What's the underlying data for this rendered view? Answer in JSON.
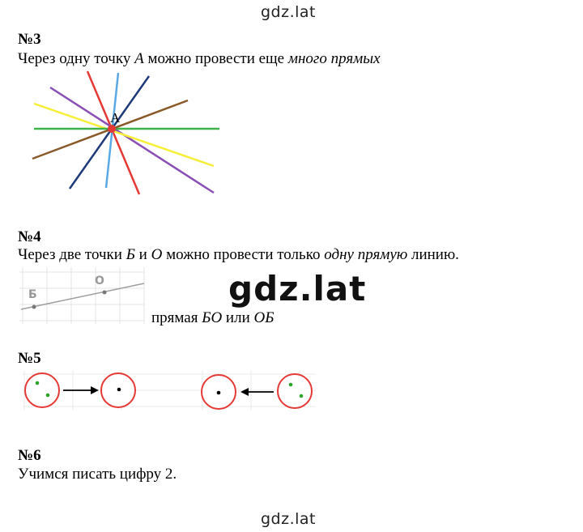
{
  "watermark": {
    "top": "gdz.lat",
    "center": "gdz.lat",
    "bottom": "gdz.lat"
  },
  "task3": {
    "number": "№3",
    "text_before": "Через одну точку ",
    "point": "А",
    "text_middle": " можно провести еще ",
    "emphasis": "много прямых",
    "figure_label": "А"
  },
  "task4": {
    "number": "№4",
    "text_before": "Через две точки ",
    "point1": "Б",
    "text_and": " и ",
    "point2": "О",
    "text_middle": " можно провести только ",
    "emphasis": "одну прямую",
    "text_after": " линию.",
    "figure_label_b": "Б",
    "figure_label_o": "О",
    "caption_before": "прямая ",
    "caption_name1": "БО",
    "caption_or": " или ",
    "caption_name2": "ОБ"
  },
  "task5": {
    "number": "№5"
  },
  "task6": {
    "number": "№6",
    "text": "Учимся писать цифру 2."
  },
  "colors": {
    "red": "#e53935",
    "blue": "#5aa9e6",
    "navy": "#1f3a7a",
    "purple": "#8a4fb5",
    "yellow": "#f5ef3a",
    "green": "#3db34a",
    "brown": "#8b5a2b",
    "gray": "#9e9e9e"
  }
}
